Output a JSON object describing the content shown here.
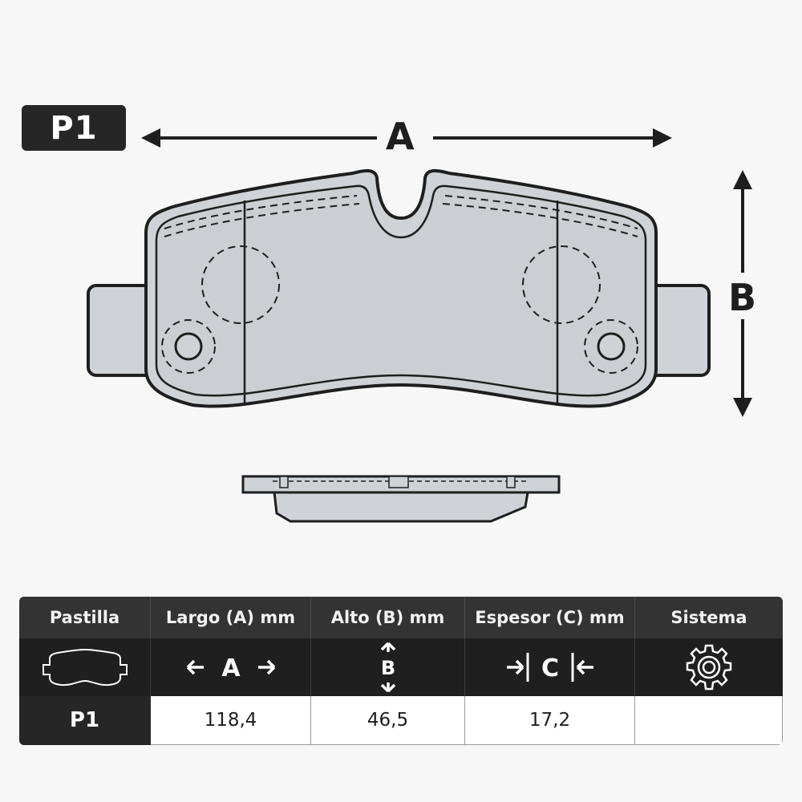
{
  "badge": {
    "label": "P1"
  },
  "dimensions": {
    "a_label": "A",
    "b_label": "B"
  },
  "table": {
    "headers": [
      "Pastilla",
      "Largo (A) mm",
      "Alto (B) mm",
      "Espesor (C) mm",
      "Sistema"
    ],
    "icon_row": {
      "pad_icon": "brake-pad-icon",
      "length_icon": {
        "name": "horizontal-arrows-icon",
        "letter": "A"
      },
      "height_icon": {
        "name": "vertical-arrows-icon",
        "letter": "B"
      },
      "thickness_icon": {
        "name": "thickness-arrows-icon",
        "letter": "C"
      },
      "system_icon": "gear-icon"
    },
    "row": {
      "id": "P1",
      "largo": "118,4",
      "alto": "46,5",
      "espesor": "17,2",
      "sistema": ""
    }
  },
  "colors": {
    "pad_fill": "#cfd2d6",
    "outline": "#1e1e1e",
    "header_bg": "#333333",
    "dark_row": "#1f1f1f"
  }
}
